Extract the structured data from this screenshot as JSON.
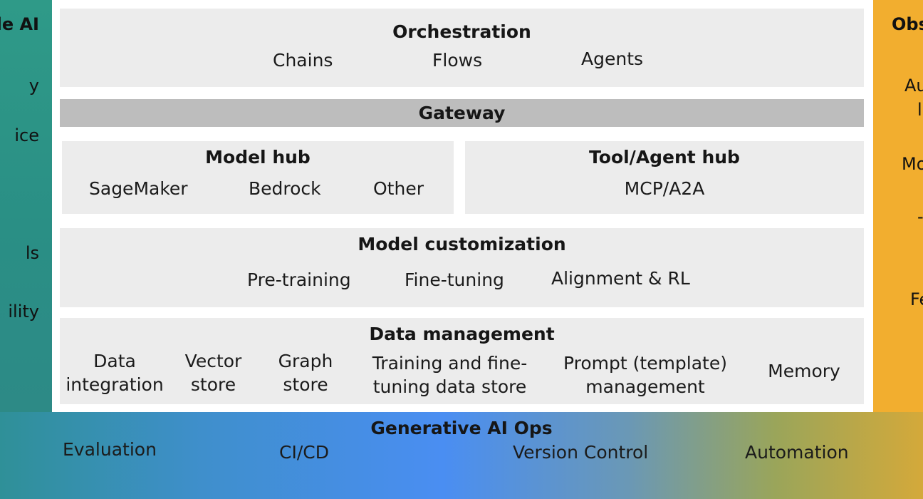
{
  "left_pillar": {
    "title": "le AI",
    "items": [
      "y",
      "ice",
      "ls",
      "ility"
    ]
  },
  "right_pillar": {
    "title": "Obs",
    "items": [
      "Au",
      "l",
      "Mo",
      "-",
      "Fe"
    ]
  },
  "orchestration": {
    "title": "Orchestration",
    "items": [
      "Chains",
      "Flows",
      "Agents"
    ]
  },
  "gateway": {
    "title": "Gateway"
  },
  "model_hub": {
    "title": "Model hub",
    "items": [
      "SageMaker",
      "Bedrock",
      "Other"
    ]
  },
  "tool_agent_hub": {
    "title": "Tool/Agent hub",
    "items": [
      "MCP/A2A"
    ]
  },
  "model_customization": {
    "title": "Model customization",
    "items": [
      "Pre-training",
      "Fine-tuning",
      "Alignment & RL"
    ]
  },
  "data_management": {
    "title": "Data management",
    "items": [
      "Data integration",
      "Vector store",
      "Graph store",
      "Training and fine-tuning data store",
      "Prompt (template) management",
      "Memory"
    ]
  },
  "ops": {
    "title": "Generative AI Ops",
    "items": [
      "Evaluation",
      "CI/CD",
      "Version Control",
      "Automation"
    ]
  },
  "colors": {
    "left_pillar": "#2f9a88",
    "right_pillar": "#f2ae2f",
    "layer_bg": "#ececec",
    "gateway_bg": "#bdbdbd",
    "ops_gradient_mid": "#4a8ef2"
  }
}
